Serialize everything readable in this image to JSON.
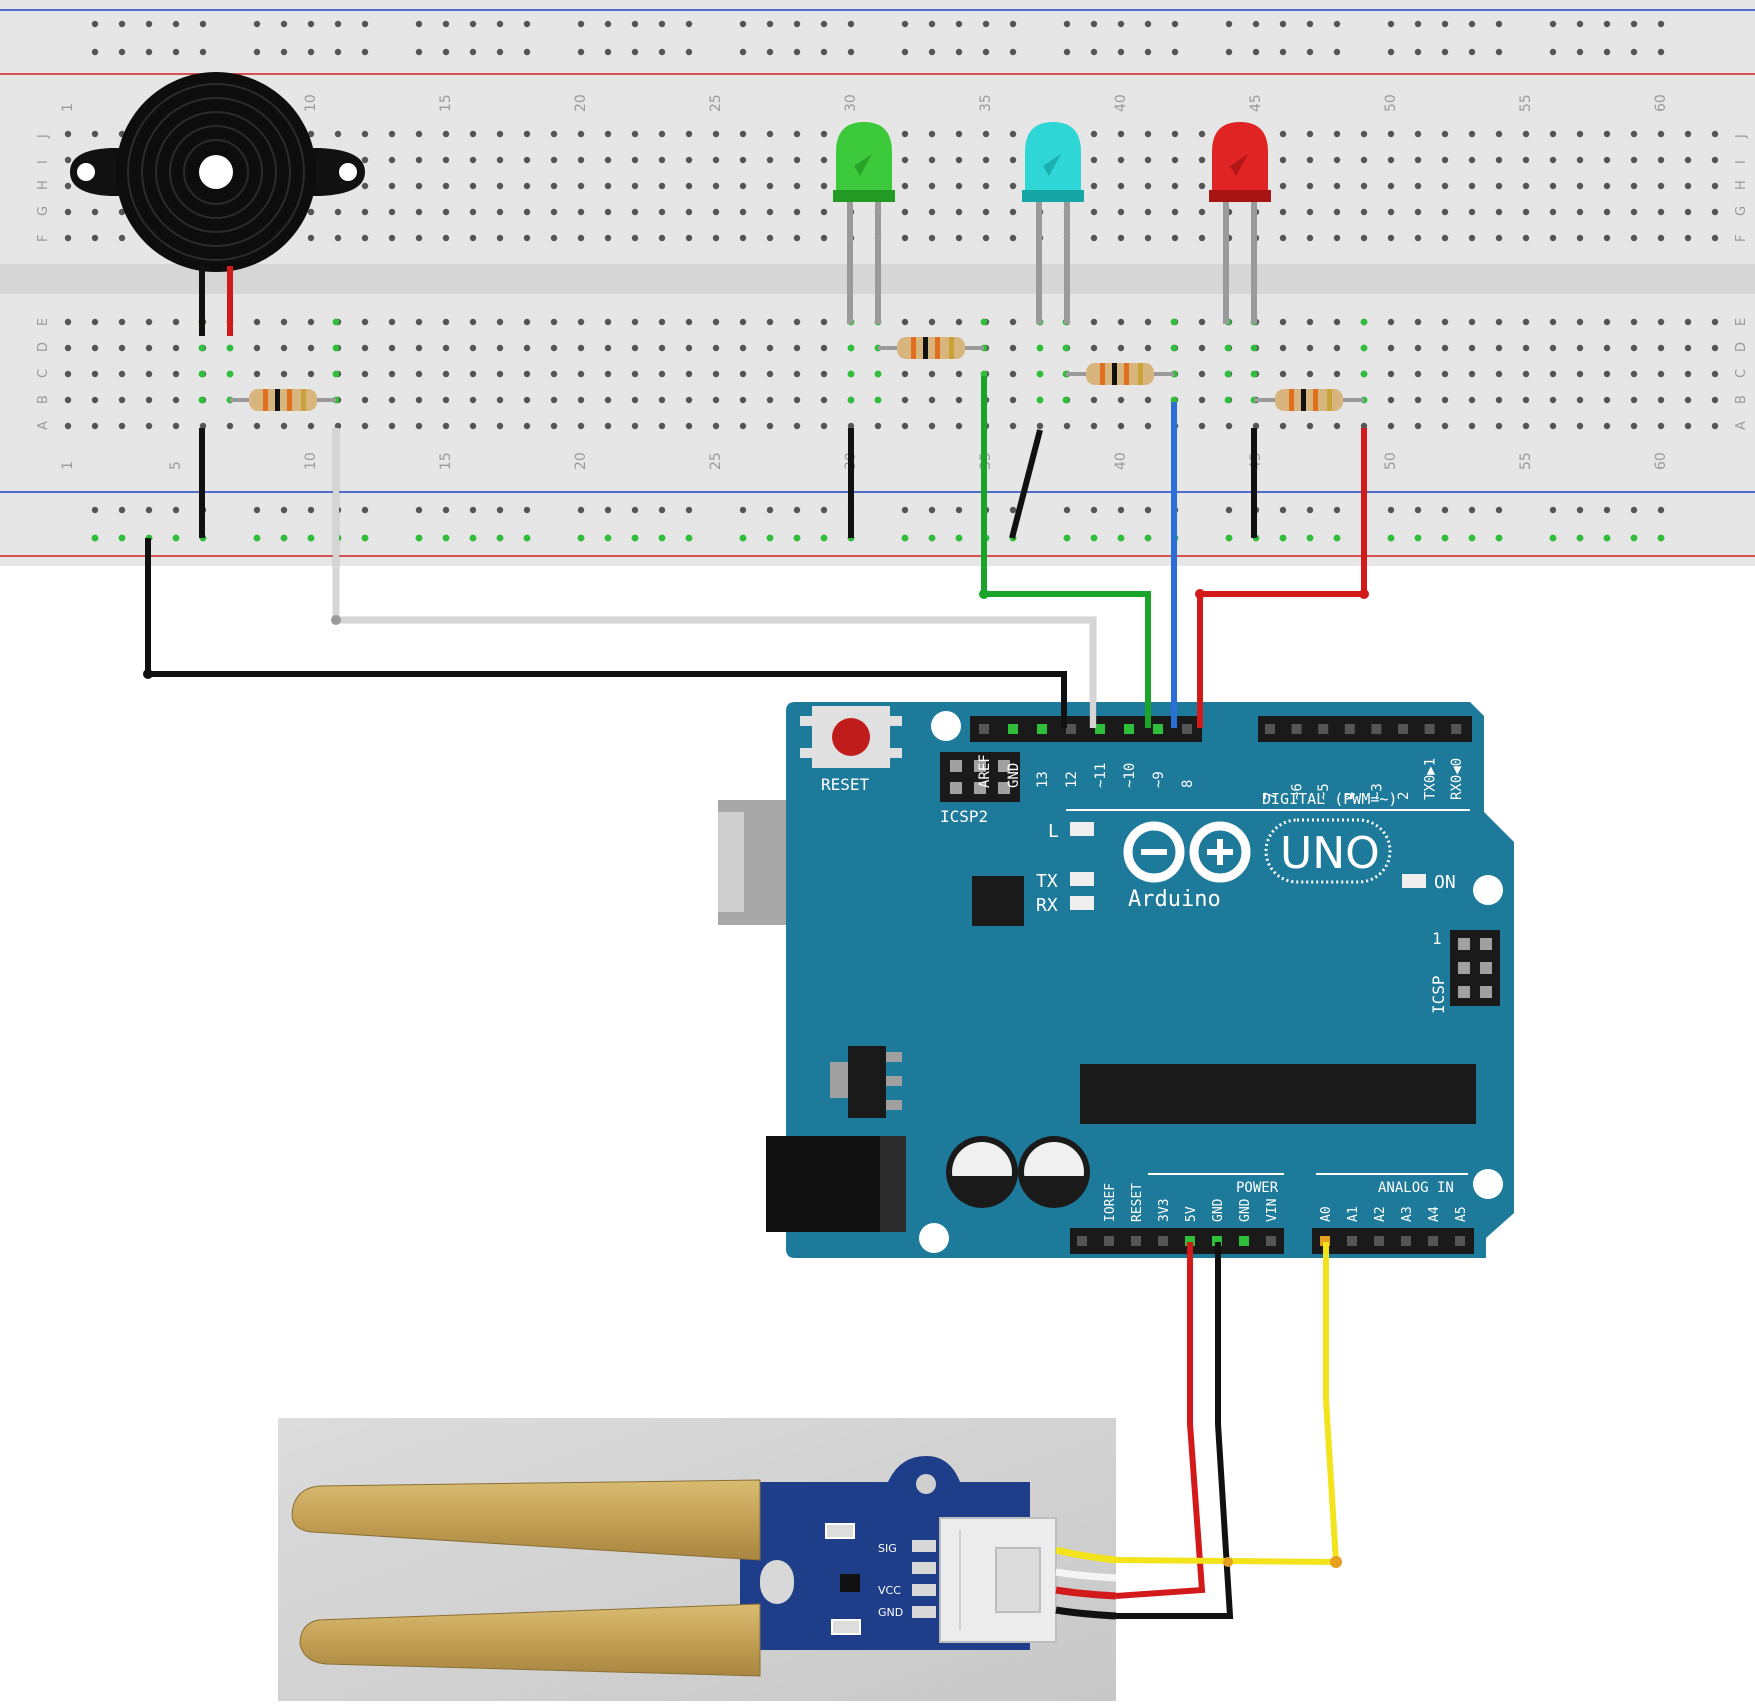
{
  "colors": {
    "board": "#1e7a9a",
    "board_dark": "#176682",
    "breadboard": "#e4e4e4",
    "rail_red": "#d02020",
    "rail_blue": "#2040c0",
    "wire_green": "#1aa52a",
    "wire_blue": "#2a6fd6",
    "wire_red": "#d21a1a",
    "wire_black": "#111111",
    "wire_white": "#e8e8e8",
    "wire_yellow": "#f2e31a",
    "led_green": "#3cc93c",
    "led_cyan": "#2fd6d6",
    "led_red": "#e02424",
    "sensor_pcb": "#1f3e8a",
    "gold": "#c9a95a"
  },
  "breadboard": {
    "column_numbers": [
      "1",
      "5",
      "10",
      "15",
      "20",
      "25",
      "30",
      "35",
      "40",
      "45",
      "50",
      "55",
      "60"
    ],
    "row_letters_top": [
      "J",
      "I",
      "H",
      "G",
      "F"
    ],
    "row_letters_bottom": [
      "E",
      "D",
      "C",
      "B",
      "A"
    ]
  },
  "arduino": {
    "reset_label": "RESET",
    "icsp2_label": "ICSP2",
    "icsp_label": "ICSP",
    "icsp_pin1": "1",
    "led_l": "L",
    "led_tx": "TX",
    "led_rx": "RX",
    "on_label": "ON",
    "uno_label": "UNO",
    "brand": "Arduino",
    "digital_label": "DIGITAL (PWM=~)",
    "power_label": "POWER",
    "analog_label": "ANALOG IN",
    "digital_pins_left": [
      "AREF",
      "GND",
      "13",
      "12",
      "~11",
      "~10",
      "~9",
      "8"
    ],
    "digital_pins_right": [
      "7",
      "~6",
      "~5",
      "4",
      "~3",
      "2",
      "TX0▶1",
      "RX0◀0"
    ],
    "power_pins": [
      "IOREF",
      "RESET",
      "3V3",
      "5V",
      "GND",
      "GND",
      "VIN"
    ],
    "analog_pins": [
      "A0",
      "A1",
      "A2",
      "A3",
      "A4",
      "A5"
    ]
  },
  "sensor": {
    "pin_labels": [
      "SIG",
      "VCC",
      "GND"
    ]
  }
}
